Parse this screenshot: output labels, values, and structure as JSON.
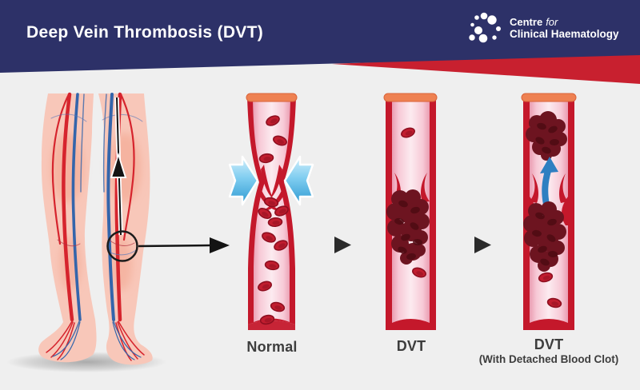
{
  "header": {
    "title": "Deep Vein Thrombosis (DVT)",
    "logo": {
      "icon": "dot-cluster-logo",
      "name_line1_bold": "Centre",
      "name_line1_italic": "for",
      "name_line2": "Clinical Haematology"
    },
    "colors": {
      "navy": "#2d3168",
      "red_ribbon": "#c8202f"
    }
  },
  "figure": {
    "background": "#efefef",
    "stages": [
      {
        "label": "Normal"
      },
      {
        "label": "DVT"
      },
      {
        "label": "DVT",
        "sublabel": "(With Detached Blood Clot)"
      }
    ],
    "annotations": {
      "legs_figure": "human-legs-with-vessels",
      "knee_circle": "knee-vein-highlight-circle",
      "leg_flow_arrow": "upward-blood-flow-arrow",
      "pointer_arrow": "zoom-pointer-arrow",
      "step_arrows": [
        "right-step-arrow",
        "right-step-arrow"
      ],
      "compression_arrows": "blue-inward-compression-arrows",
      "embolus_arrow": "blue-upward-detached-clot-arrow"
    },
    "colors": {
      "vessel_wall": "#c4182b",
      "vessel_interior": "#fcebf0",
      "vessel_rim": "#ee8152",
      "blood_cell": "#c11d2f",
      "clot": "#6d1420",
      "clot_texture": "#4e0a13",
      "blue_arrow": "#2f7fc1",
      "label_text": "#3d3d3d",
      "skin": "#f8c7b9"
    }
  }
}
